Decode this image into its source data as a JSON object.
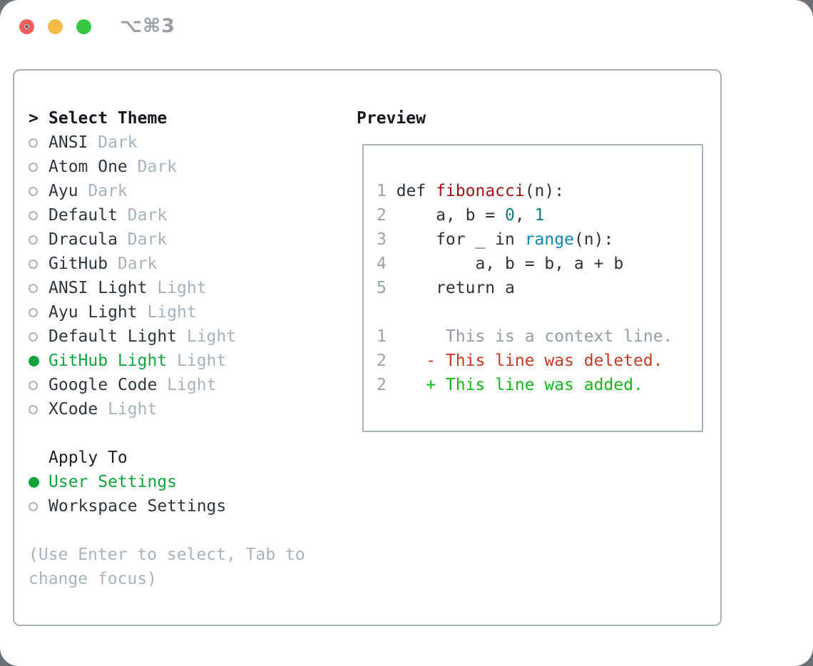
{
  "window": {
    "shortcut": "⌥⌘3",
    "traffic_lights": {
      "red": "#f0605a",
      "red_inner_dot": "#7c120b",
      "yellow": "#f6bc45",
      "green": "#38c743"
    }
  },
  "theme_picker": {
    "header": {
      "cursor": ">",
      "label": "Select Theme"
    },
    "themes": [
      {
        "name": "ANSI",
        "variant": "Dark",
        "selected": false
      },
      {
        "name": "Atom One",
        "variant": "Dark",
        "selected": false
      },
      {
        "name": "Ayu",
        "variant": "Dark",
        "selected": false
      },
      {
        "name": "Default",
        "variant": "Dark",
        "selected": false
      },
      {
        "name": "Dracula",
        "variant": "Dark",
        "selected": false
      },
      {
        "name": "GitHub",
        "variant": "Dark",
        "selected": false
      },
      {
        "name": "ANSI Light",
        "variant": "Light",
        "selected": false
      },
      {
        "name": "Ayu Light",
        "variant": "Light",
        "selected": false
      },
      {
        "name": "Default Light",
        "variant": "Light",
        "selected": false
      },
      {
        "name": "GitHub Light",
        "variant": "Light",
        "selected": true
      },
      {
        "name": "Google Code",
        "variant": "Light",
        "selected": false
      },
      {
        "name": "XCode",
        "variant": "Light",
        "selected": false
      }
    ],
    "apply_to": {
      "label": "Apply To",
      "options": [
        {
          "label": "User Settings",
          "selected": true
        },
        {
          "label": "Workspace Settings",
          "selected": false
        }
      ]
    },
    "hint": "(Use Enter to select, Tab to change focus)"
  },
  "preview": {
    "label": "Preview",
    "lines": [
      {
        "num": "1",
        "segs": [
          {
            "t": "def ",
            "c": "p"
          },
          {
            "t": "fibonacci",
            "c": "t"
          },
          {
            "t": "(n):",
            "c": "p"
          }
        ]
      },
      {
        "num": "2",
        "segs": [
          {
            "t": "    a, b = ",
            "c": "p"
          },
          {
            "t": "0",
            "c": "n"
          },
          {
            "t": ", ",
            "c": "p"
          },
          {
            "t": "1",
            "c": "n"
          }
        ]
      },
      {
        "num": "3",
        "segs": [
          {
            "t": "    for _ in ",
            "c": "p"
          },
          {
            "t": "range",
            "c": "b"
          },
          {
            "t": "(n):",
            "c": "p"
          }
        ]
      },
      {
        "num": "4",
        "segs": [
          {
            "t": "        a, b = b, a + b",
            "c": "p"
          }
        ]
      },
      {
        "num": "5",
        "segs": [
          {
            "t": "    return a",
            "c": "p"
          }
        ]
      },
      {
        "num": "",
        "segs": []
      },
      {
        "num": "1",
        "segs": [
          {
            "t": "     This is a context line.",
            "c": "ctx"
          }
        ]
      },
      {
        "num": "2",
        "segs": [
          {
            "t": "   - This line was deleted.",
            "c": "del"
          }
        ]
      },
      {
        "num": "2",
        "segs": [
          {
            "t": "   + This line was added.",
            "c": "add"
          }
        ]
      }
    ]
  },
  "colors": {
    "selected_green": "#0fa53c",
    "added_green": "#12b71c",
    "deleted_red": "#c53823",
    "function_red": "#9e1215",
    "number_teal": "#0d7e84",
    "builtin_blue": "#0e86b5",
    "muted_gray": "#a9b2bc",
    "line_number_gray": "#99a3ad",
    "border_gray": "#a8b1bb",
    "text_dark": "#2f363d"
  }
}
